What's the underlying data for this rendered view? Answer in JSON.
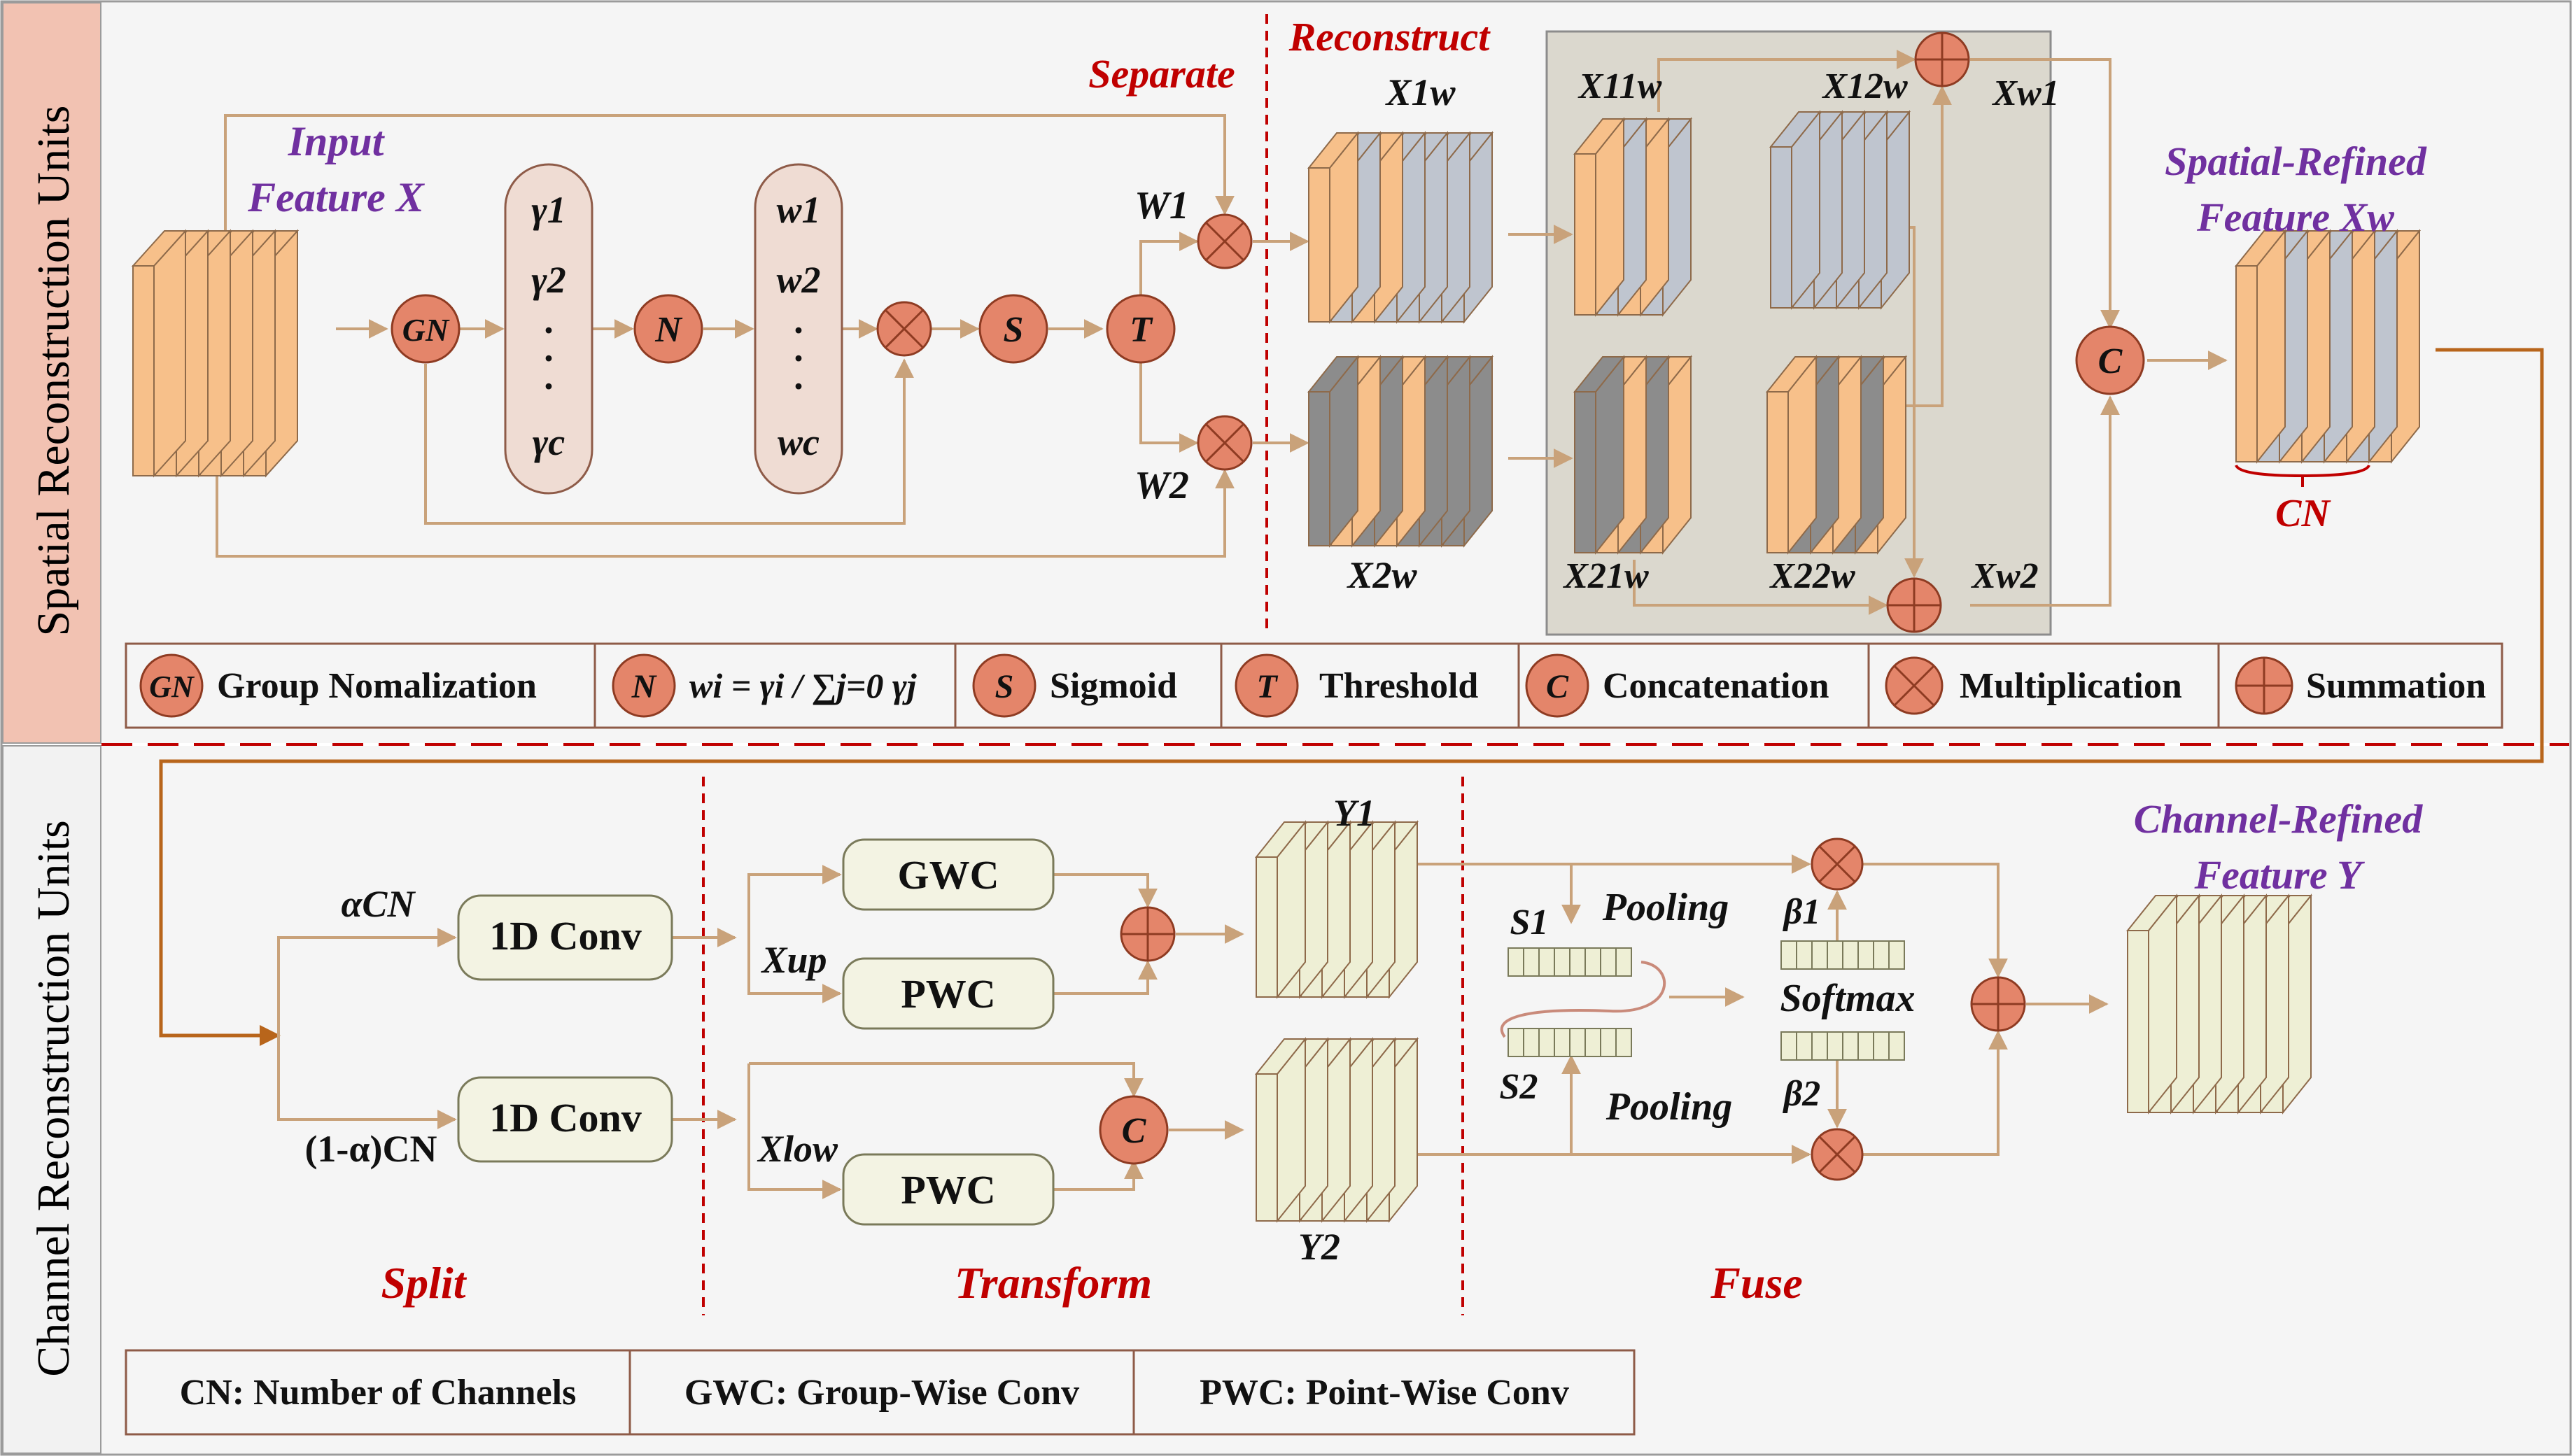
{
  "colors": {
    "top_band": "#F2C2B2",
    "bottom_band": "#F2F2F2",
    "arrow_tan": "#C9A27A",
    "arrow_brown": "#B8651B",
    "op_fill": "#E4856A",
    "op_stroke": "#8E3B22",
    "accent_purple": "#7030A0",
    "accent_red": "#C00000",
    "orange_slice": "#F7C08A",
    "gray_slice": "#BFC5CF",
    "dark_gray_slice": "#8C8C8C",
    "cream_slice": "#EEEFD5",
    "box_fill": "#F3F3E3"
  },
  "top_unit_label": "Spatial Reconstruction Units",
  "bottom_unit_label": "Channel Reconstruction Units",
  "sru": {
    "input_line1": "Input",
    "input_line2": "Feature X",
    "separate": "Separate",
    "reconstruct": "Reconstruct",
    "gamma": [
      "γ1",
      "γ2",
      "·",
      "·",
      "·",
      "γc"
    ],
    "w": [
      "w1",
      "w2",
      "·",
      "·",
      "·",
      "wc"
    ],
    "op_gn": "GN",
    "op_n": "N",
    "op_s": "S",
    "op_t": "T",
    "op_c": "C",
    "w1": "W1",
    "w2": "W2",
    "x1w": "X1w",
    "x2w": "X2w",
    "x11": "X11w",
    "x12": "X12w",
    "x21": "X21w",
    "x22": "X22w",
    "xw1": "Xw1",
    "xw2": "Xw2",
    "out_line1": "Spatial-Refined",
    "out_line2": "Feature Xw",
    "cn": "CN"
  },
  "legend": [
    {
      "symbol": "GN",
      "label": "Group Nomalization"
    },
    {
      "symbol": "N",
      "label": "wi = γi / ∑j=0 γj"
    },
    {
      "symbol": "S",
      "label": "Sigmoid"
    },
    {
      "symbol": "T",
      "label": "Threshold"
    },
    {
      "symbol": "C",
      "label": "Concatenation"
    },
    {
      "symbol": "×",
      "label": "Multiplication"
    },
    {
      "symbol": "+",
      "label": "Summation"
    }
  ],
  "cru": {
    "alpha_cn": "αCN",
    "one_minus_alpha_cn": "(1-α)CN",
    "conv1": "1D Conv",
    "conv2": "1D Conv",
    "xup": "Xup",
    "xlow": "Xlow",
    "gwc": "GWC",
    "pwc1": "PWC",
    "pwc2": "PWC",
    "op_c": "C",
    "y1": "Y1",
    "y2": "Y2",
    "s1": "S1",
    "s2": "S2",
    "pooling1": "Pooling",
    "pooling2": "Pooling",
    "beta1": "β1",
    "beta2": "β2",
    "softmax": "Softmax",
    "out_line1": "Channel-Refined",
    "out_line2": "Feature Y",
    "split": "Split",
    "transform": "Transform",
    "fuse": "Fuse"
  },
  "bottom_legend": [
    {
      "label": "CN: Number of Channels"
    },
    {
      "label": "GWC: Group-Wise Conv"
    },
    {
      "label": "PWC: Point-Wise Conv"
    }
  ]
}
